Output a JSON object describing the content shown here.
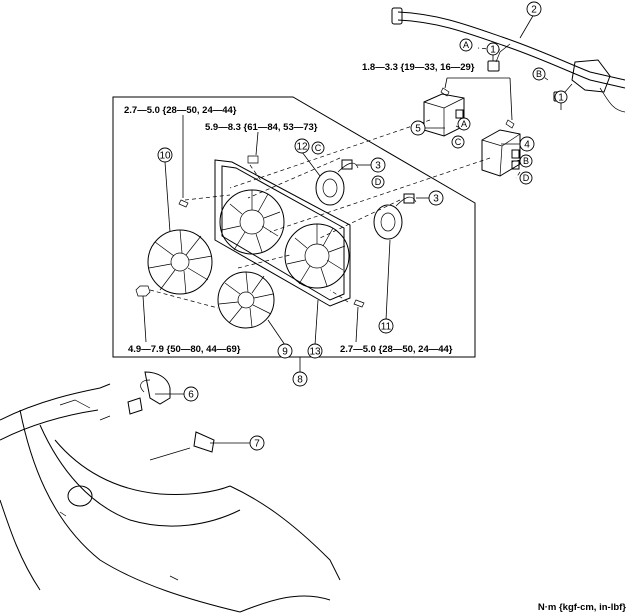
{
  "callouts": {
    "c1a": "1",
    "c1b": "1",
    "c2": "2",
    "c3a": "3",
    "c3b": "3",
    "c4": "4",
    "c5": "5",
    "c6": "6",
    "c7": "7",
    "c8": "8",
    "c9": "9",
    "c10": "10",
    "c11": "11",
    "c12": "12",
    "c13": "13"
  },
  "letters": {
    "a1": "A",
    "a2": "A",
    "b1": "B",
    "b2": "B",
    "c1": "C",
    "c2": "C",
    "d1": "D",
    "d2": "D"
  },
  "torques": {
    "t_top_right": "1.8—3.3 {19—33, 16—29}",
    "t_upper_left": "2.7—5.0 {28—50, 24—44}",
    "t_motor": "5.9—8.3 {61—84, 53—73}",
    "t_lower_left": "4.9—7.9 {50—80, 44—69}",
    "t_lower_right": "2.7—5.0 {28—50, 24—44}"
  },
  "units_label": "N·m {kgf-cm, in-lbf}"
}
